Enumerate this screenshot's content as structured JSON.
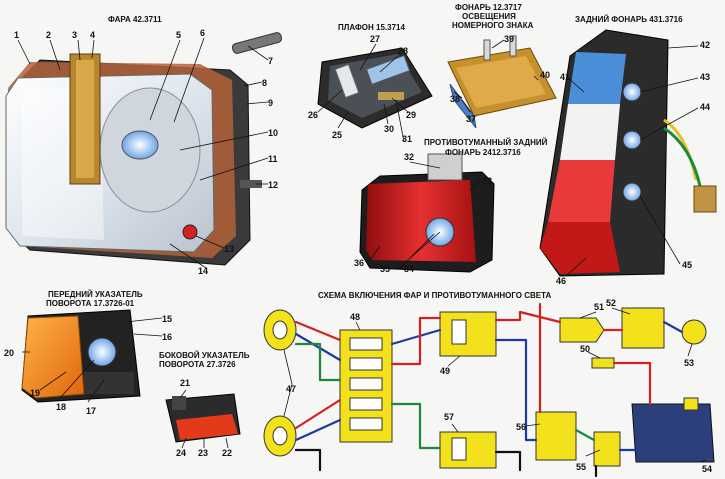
{
  "titles": {
    "headlight": "ФАРА 42.3711",
    "ceiling_lamp": "ПЛАФОН 15.3714",
    "plate_lamp_line1": "ФОНАРЬ 12.3717",
    "plate_lamp_line2": "ОСВЕЩЕНИЯ",
    "plate_lamp_line3": "НОМЕРНОГО ЗНАКА",
    "rear_lamp": "ЗАДНИЙ ФОНАРЬ 431.3716",
    "fog_lamp_line1": "ПРОТИВОТУМАННЫЙ ЗАДНИЙ",
    "fog_lamp_line2": "ФОНАРЬ 2412.3716",
    "front_indicator_line1": "ПЕРЕДНИЙ УКАЗАТЕЛЬ",
    "front_indicator_line2": "ПОВОРОТА 17.3726-01",
    "side_indicator_line1": "БОКОВОЙ УКАЗАТЕЛЬ",
    "side_indicator_line2": "ПОВОРОТА 27.3726",
    "wiring_scheme": "СХЕМА ВКЛЮЧЕНИЯ ФАР И ПРОТИВОТУМАННОГО СВЕТА"
  },
  "callouts": {
    "n1": "1",
    "n2": "2",
    "n3": "3",
    "n4": "4",
    "n5": "5",
    "n6": "6",
    "n7": "7",
    "n8": "8",
    "n9": "9",
    "n10": "10",
    "n11": "11",
    "n12": "12",
    "n13": "13",
    "n14": "14",
    "n15": "15",
    "n16": "16",
    "n17": "17",
    "n18": "18",
    "n19": "19",
    "n20": "20",
    "n21": "21",
    "n22": "22",
    "n23": "23",
    "n24": "24",
    "n25": "25",
    "n26": "26",
    "n27": "27",
    "n28": "28",
    "n29": "29",
    "n30": "30",
    "n31": "31",
    "n32": "32",
    "n33": "33",
    "n34": "34",
    "n35": "35",
    "n36": "36",
    "n37": "37",
    "n38": "38",
    "n39": "39",
    "n40": "40",
    "n41": "41",
    "n42": "42",
    "n43": "43",
    "n44": "44",
    "n45": "45",
    "n46": "46",
    "n47": "47",
    "n48": "48",
    "n49": "49",
    "n50": "50",
    "n51": "51",
    "n52": "52",
    "n53": "53",
    "n54": "54",
    "n55": "55",
    "n56": "56",
    "n57": "57"
  },
  "colors": {
    "housing": "#2e2e2e",
    "lens_glass": "#dfe6ee",
    "amber": "#f08a1c",
    "red": "#d42222",
    "blue": "#3b7fd0",
    "yellow_relay": "#f3e21b",
    "wire_red": "#d42020",
    "wire_blue": "#1f3a9e",
    "wire_green": "#1a8a3a",
    "wire_black": "#111111"
  },
  "icons": [
    "headlight",
    "ceiling-lamp",
    "plate-lamp",
    "rear-lamp",
    "fog-lamp",
    "turn-indicator",
    "side-indicator",
    "relay",
    "fuse",
    "switch",
    "bulb"
  ]
}
